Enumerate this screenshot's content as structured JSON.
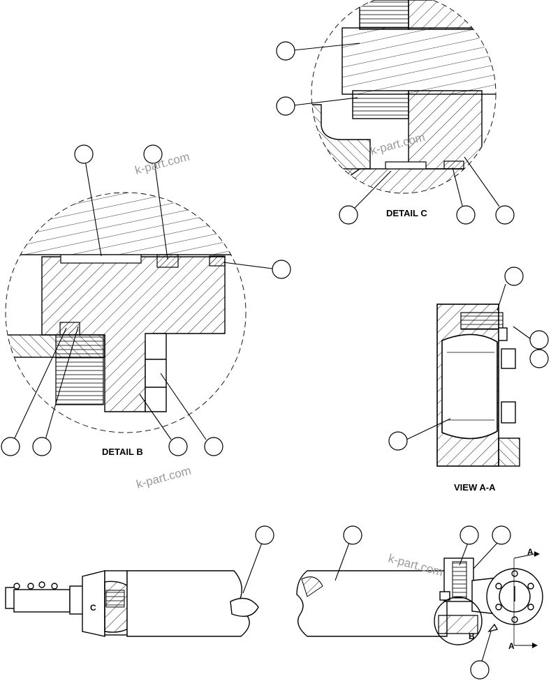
{
  "labels": {
    "detail_b": "DETAIL B",
    "detail_c": "DETAIL C",
    "view_aa": "VIEW A-A",
    "callout_a_top": "A",
    "callout_a_bottom": "A",
    "callout_b": "B",
    "callout_c": "C"
  },
  "watermarks": [
    "k-part.com",
    "k-part.com",
    "k-part.com",
    "k-part.com"
  ],
  "colors": {
    "line": "#000000",
    "background": "#ffffff",
    "watermark": "#9a9a9a"
  }
}
